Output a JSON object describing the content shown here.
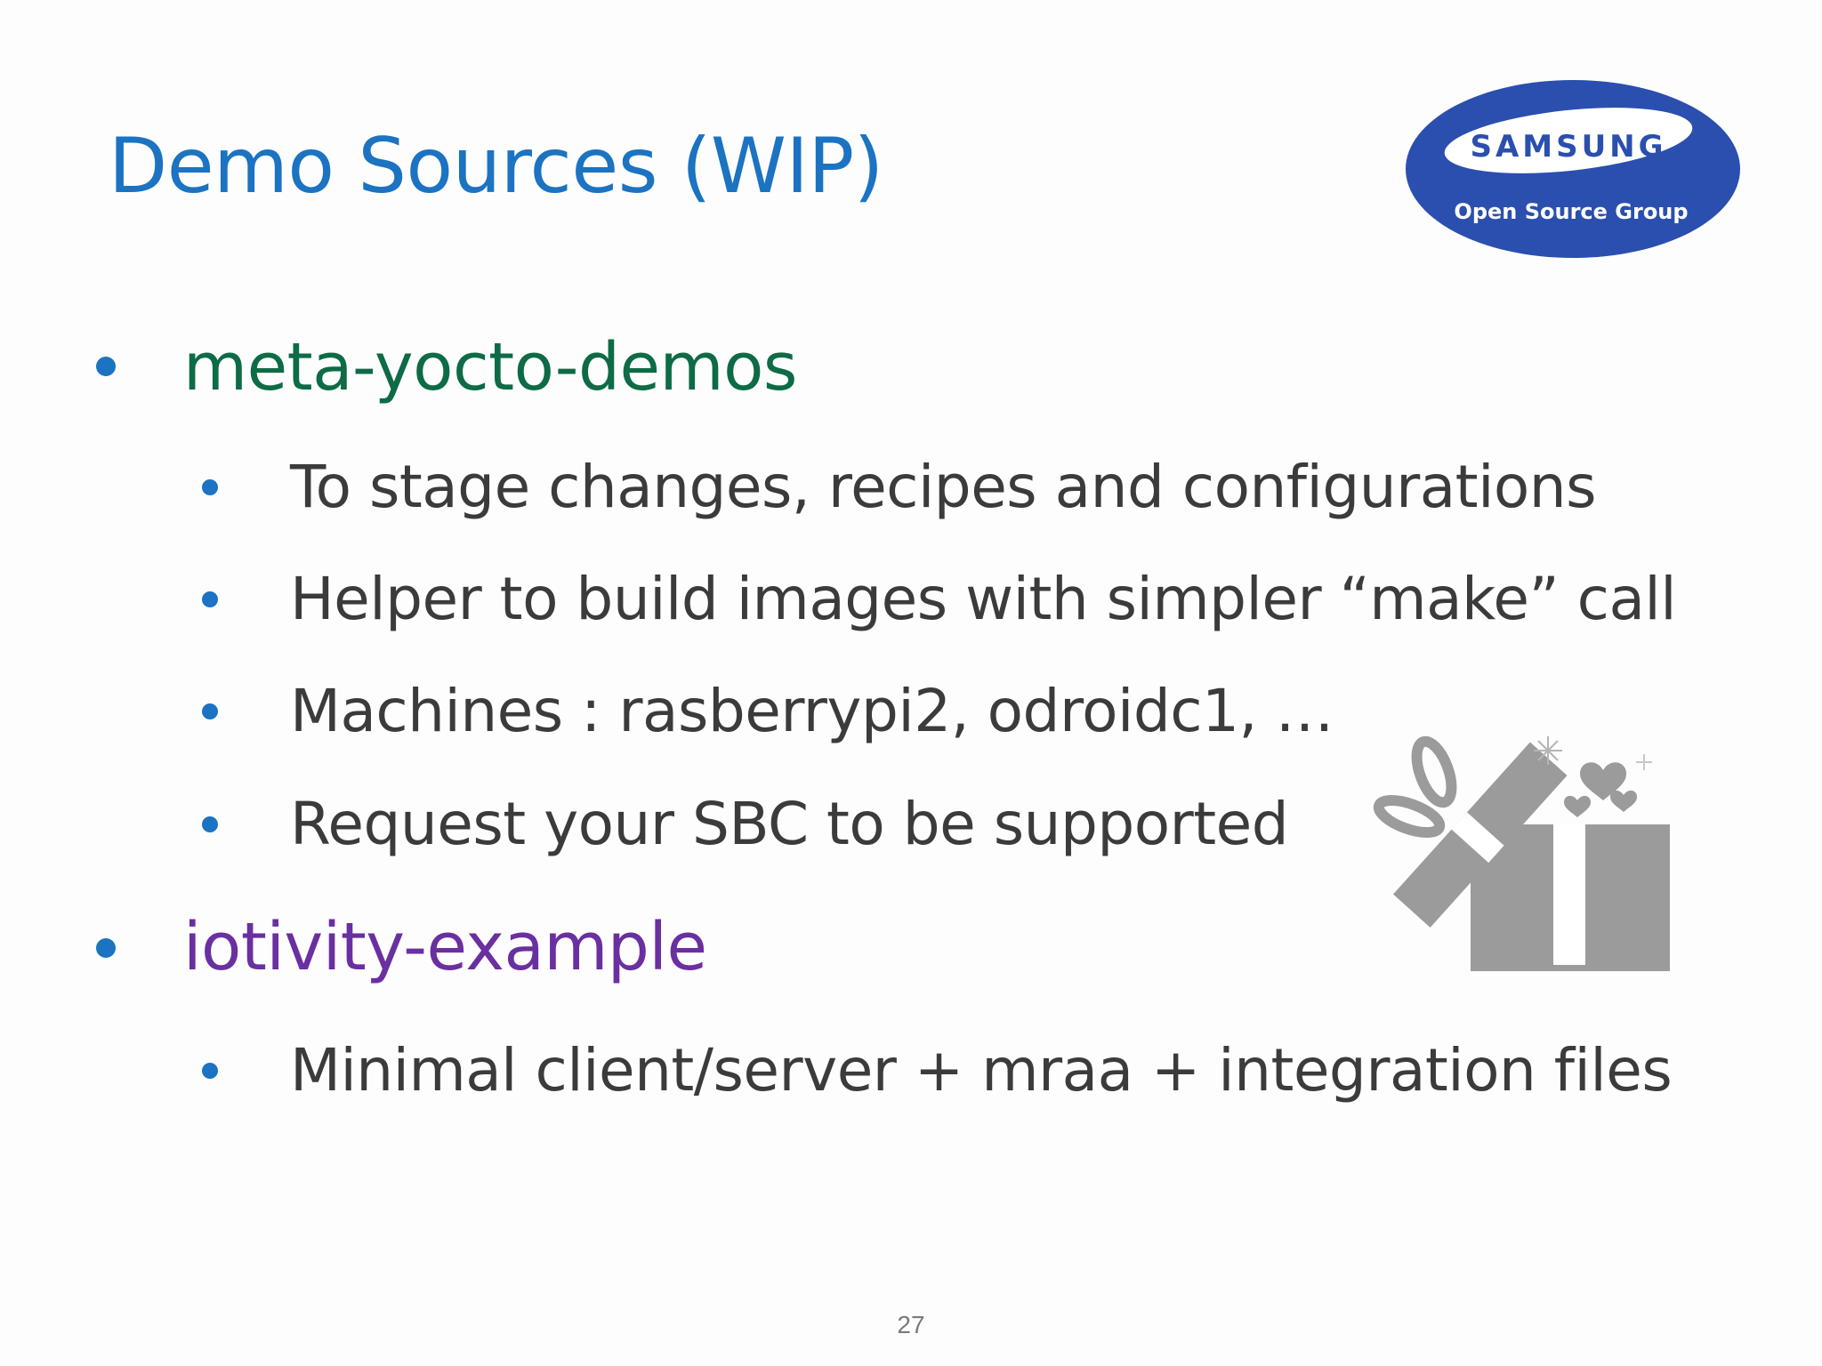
{
  "slide": {
    "title": "Demo Sources (WIP)",
    "logo": {
      "brand": "SAMSUNG",
      "subtitle": "Open Source Group",
      "color": "#2a4fae"
    },
    "sections": [
      {
        "heading": "meta-yocto-demos",
        "color": "#0d6b45",
        "items": [
          "To stage changes, recipes and configurations",
          "Helper to build images with simpler “make” call",
          "Machines : rasberrypi2, odroidc1, …",
          "Request your SBC to be supported"
        ]
      },
      {
        "heading": "iotivity-example",
        "color": "#6a2fa0",
        "items": [
          "Minimal client/server + mraa + integration files"
        ]
      }
    ],
    "decoration_icon": "gift-box-icon",
    "page_number": "27",
    "bullet_color": "#1b73c2",
    "text_color": "#3b3b3b"
  }
}
